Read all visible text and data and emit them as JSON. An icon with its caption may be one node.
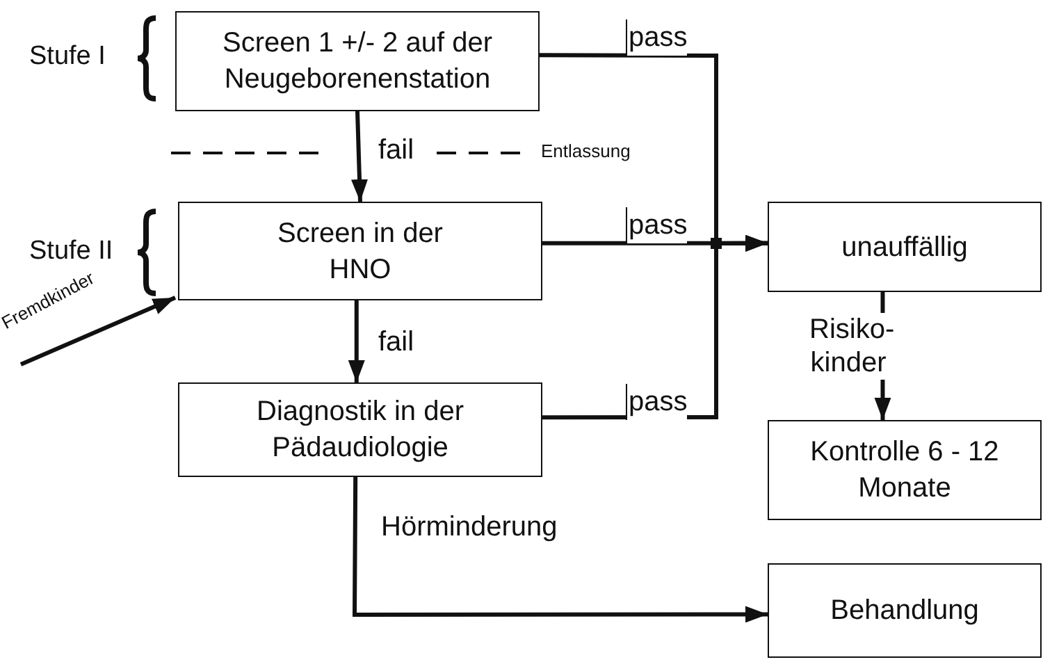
{
  "diagram": {
    "nodes": [
      {
        "text": [
          "Screen 1 +/- 2 auf der Neugeborenenstation"
        ]
      },
      {
        "text": [
          "Screen in der HNO"
        ]
      },
      {
        "text": [
          "Diagnostik in der Pädaudiologie"
        ]
      },
      {
        "text": [
          "unauffällig"
        ]
      },
      {
        "text": [
          "Kontrolle 6 - 12 Monate"
        ]
      },
      {
        "text": [
          "Behandlung"
        ]
      }
    ],
    "edges": [
      {
        "from": 0,
        "to": 3,
        "arrow": "to",
        "label": "pass"
      },
      {
        "from": 1,
        "to": 3,
        "arrow": "to",
        "label": "pass"
      },
      {
        "from": 2,
        "to": 3,
        "arrow": "to",
        "label": "pass"
      },
      {
        "from": 0,
        "to": 1,
        "arrow": "to",
        "label": "fail"
      },
      {
        "from": 1,
        "to": 2,
        "arrow": "to",
        "label": "fail"
      },
      {
        "from": 3,
        "to": 4,
        "arrow": "to",
        "label": "Risiko-kinder"
      },
      {
        "from": 2,
        "to": 5,
        "arrow": "to",
        "label": "Hörminderung"
      },
      {
        "from": null,
        "to": 1,
        "arrow": "to",
        "label": "Fremdkinder"
      }
    ],
    "labels": [
      "Stufe I",
      "Entlassung",
      "Stufe II"
    ]
  }
}
